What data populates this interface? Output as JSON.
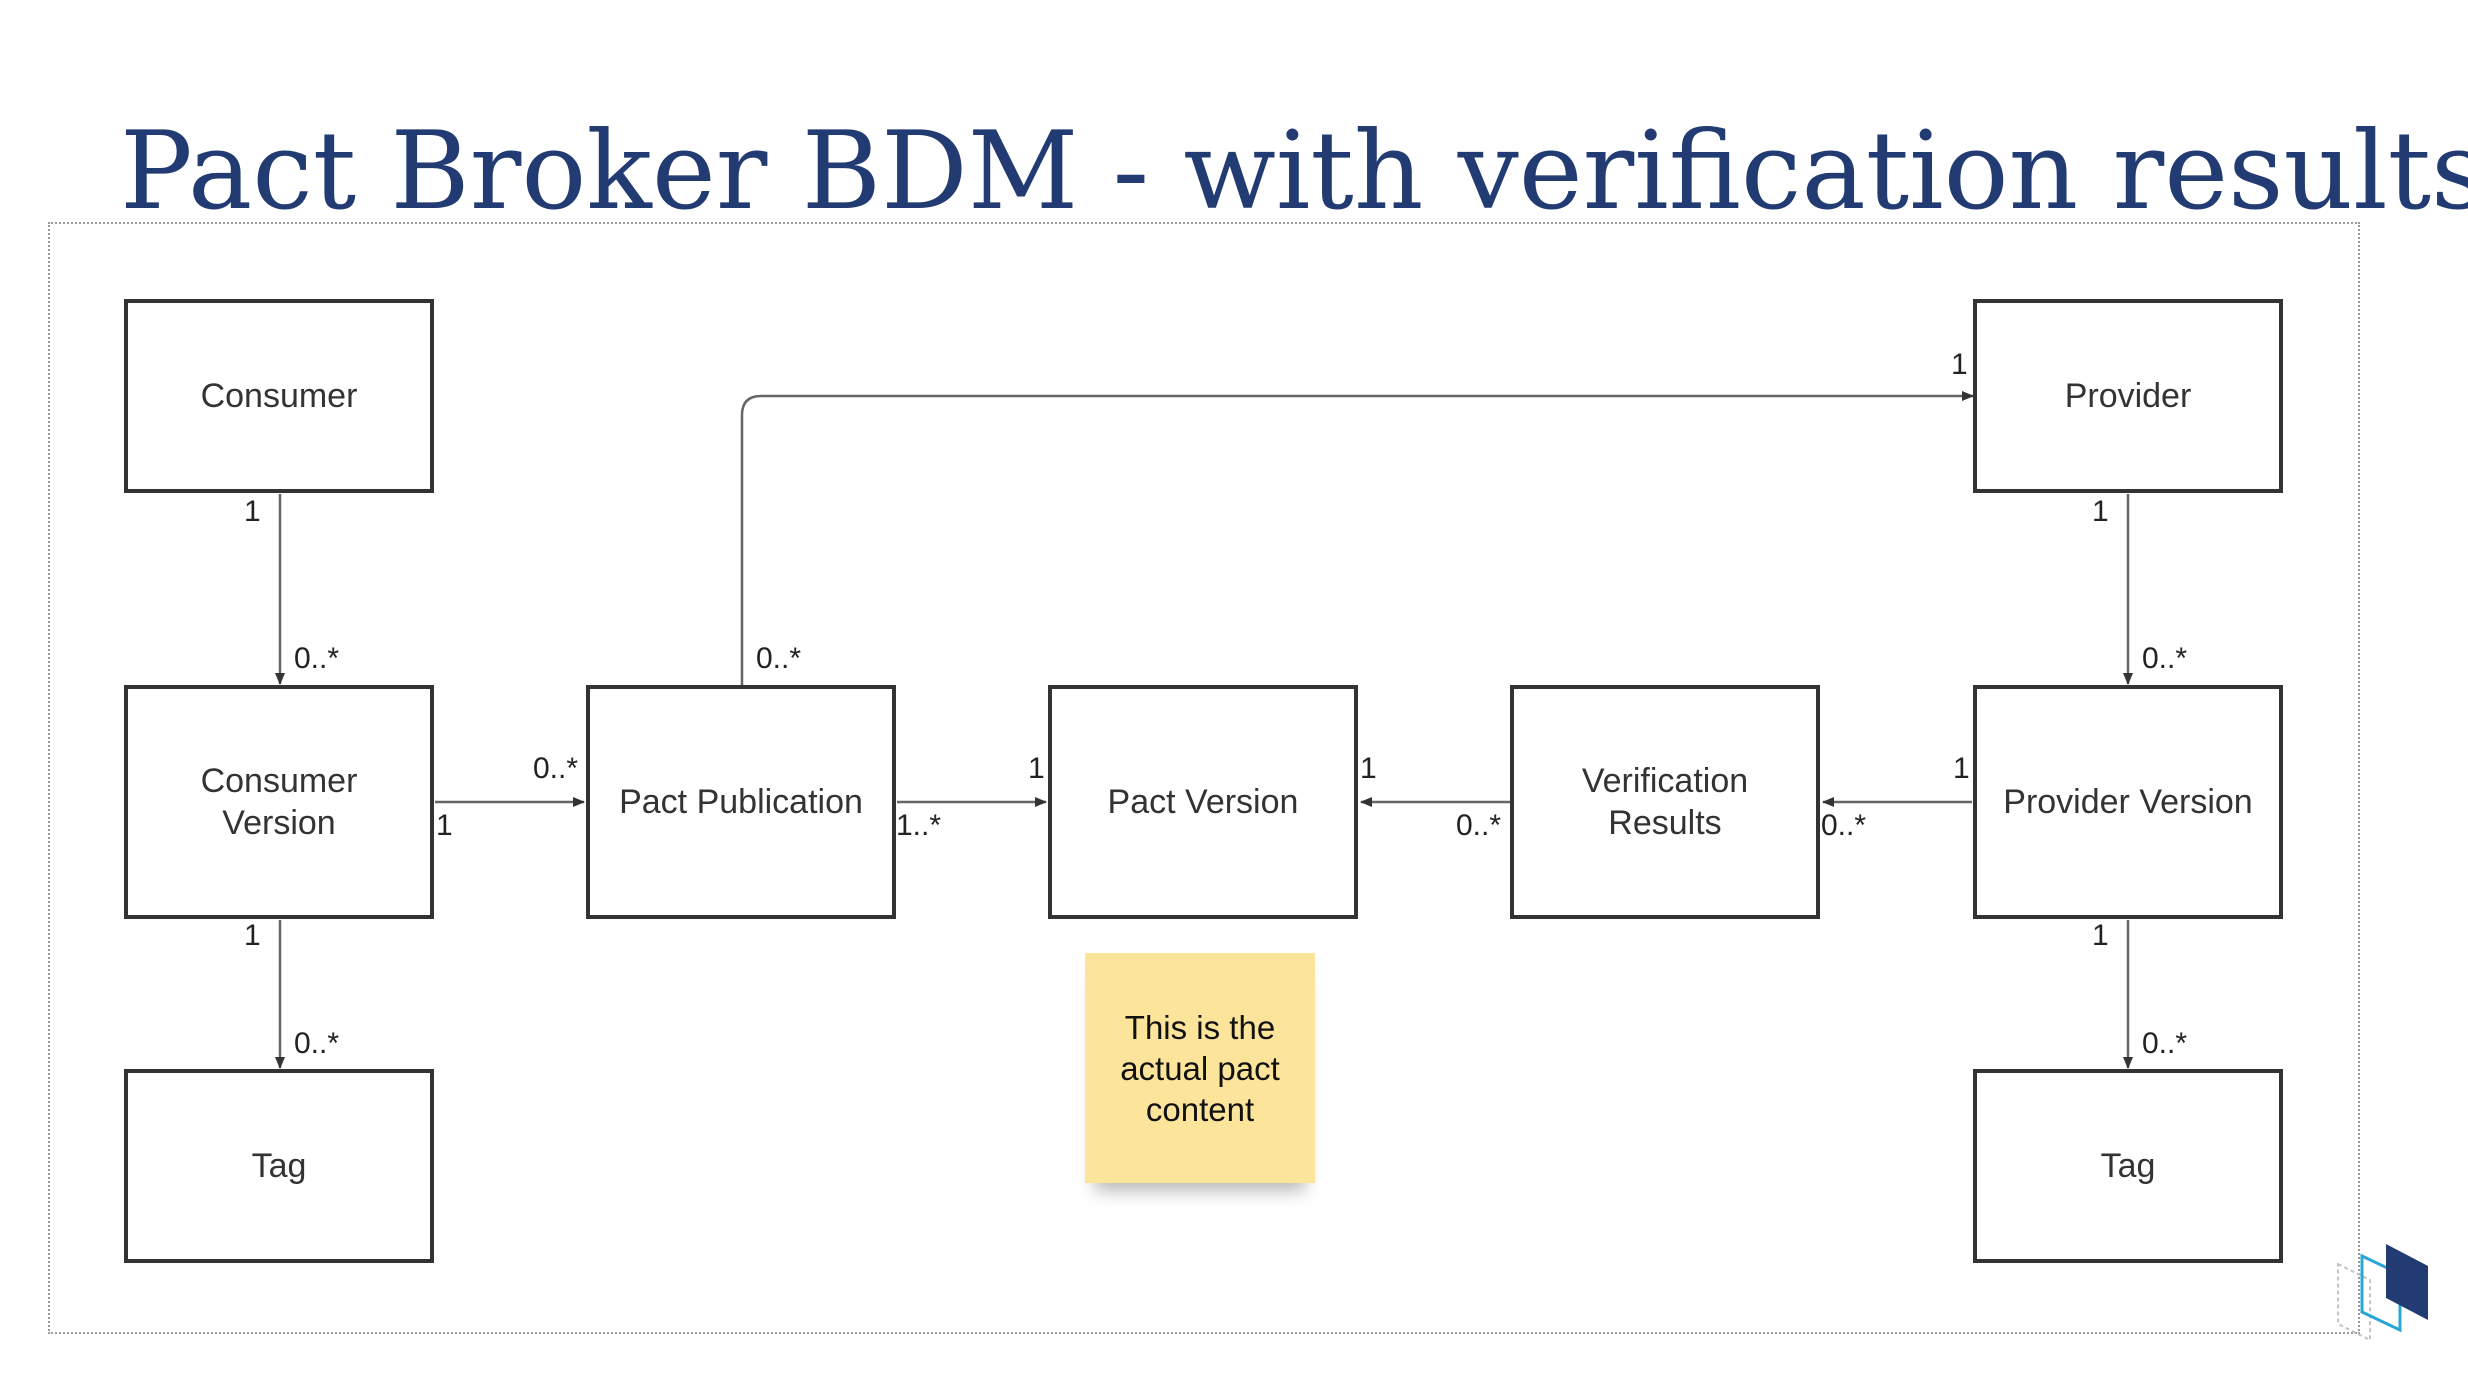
{
  "slide": {
    "title": "Pact Broker BDM - with verification results"
  },
  "entities": {
    "consumer": "Consumer",
    "consumer_version": "Consumer\nVersion",
    "consumer_tag": "Tag",
    "pact_publication": "Pact Publication",
    "pact_version": "Pact Version",
    "verification_results": "Verification\nResults",
    "provider": "Provider",
    "provider_version": "Provider Version",
    "provider_tag": "Tag"
  },
  "relationships": [
    {
      "from": "Consumer",
      "to": "Consumer Version",
      "from_mult": "1",
      "to_mult": "0..*"
    },
    {
      "from": "Consumer Version",
      "to": "Tag",
      "from_mult": "1",
      "to_mult": "0..*"
    },
    {
      "from": "Consumer Version",
      "to": "Pact Publication",
      "from_mult": "1",
      "to_mult": "0..*"
    },
    {
      "from": "Pact Publication",
      "to": "Provider",
      "from_mult": "0..*",
      "to_mult": "1"
    },
    {
      "from": "Pact Publication",
      "to": "Pact Version",
      "from_mult": "1..*",
      "to_mult": "1"
    },
    {
      "from": "Verification Results",
      "to": "Pact Version",
      "from_mult": "0..*",
      "to_mult": "1"
    },
    {
      "from": "Provider Version",
      "to": "Verification Results",
      "from_mult": "1",
      "to_mult": "0..*"
    },
    {
      "from": "Provider",
      "to": "Provider Version",
      "from_mult": "1",
      "to_mult": "0..*"
    },
    {
      "from": "Provider Version",
      "to": "Tag",
      "from_mult": "1",
      "to_mult": "0..*"
    }
  ],
  "note": {
    "text": "This is the\nactual pact\ncontent",
    "color": "#fce49a"
  },
  "colors": {
    "title": "#223b73",
    "box_border": "#333333",
    "logo_dark": "#223b73",
    "logo_light": "#2aa6d6"
  }
}
